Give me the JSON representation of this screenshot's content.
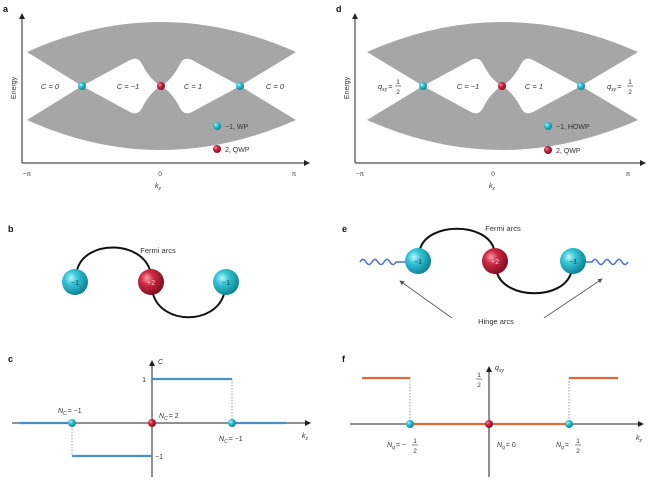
{
  "colors": {
    "band": "#a6a6a6",
    "weyl": "#1fb3c6",
    "qwp": "#c0223a",
    "step_c": "#4a90c0",
    "step_f": "#e0693a",
    "hinge": "#4a6fd0",
    "axis": "#222222"
  },
  "panels": {
    "a": {
      "letter": "a",
      "ylabel": "Energy",
      "xlabel": "k",
      "xlabel_sub": "z",
      "ticks": [
        "−π",
        "0",
        "π"
      ],
      "regions": [
        "C = 0",
        "C = −1",
        "C = 1",
        "C = 0"
      ],
      "legend": [
        {
          "label": "−1, WP",
          "kind": "weyl"
        },
        {
          "label": "2, QWP",
          "kind": "qwp"
        }
      ]
    },
    "d": {
      "letter": "d",
      "ylabel": "Energy",
      "xlabel": "k",
      "xlabel_sub": "z",
      "ticks": [
        "−π",
        "0",
        "π"
      ],
      "regions": [
        "C = −1",
        "C = 1"
      ],
      "qxy_left": {
        "prefix": "q",
        "sub": "xy",
        "eq": "=",
        "num": "1",
        "den": "2"
      },
      "qxy_right": {
        "prefix": "q",
        "sub": "xy",
        "eq": "=",
        "num": "1",
        "den": "2"
      },
      "legend": [
        {
          "label": "−1, HOWP",
          "kind": "weyl"
        },
        {
          "label": "2, QWP",
          "kind": "qwp"
        }
      ]
    },
    "b": {
      "letter": "b",
      "arc_label": "Fermi arcs",
      "spheres": [
        "−1",
        "+2",
        "−1"
      ]
    },
    "e": {
      "letter": "e",
      "arc_label": "Fermi arcs",
      "hinge_label": "Hinge arcs",
      "spheres": [
        "−1",
        "+2",
        "−1"
      ]
    },
    "c": {
      "letter": "c",
      "ylabel": "C",
      "xlabel": "k",
      "xlabel_sub": "z",
      "ytick_pos": "1",
      "ytick_neg": "−1",
      "node_labels": [
        "N",
        "N",
        "N"
      ],
      "node_subs": [
        "C",
        "C",
        "C"
      ],
      "node_values": [
        "= −1",
        "= 2",
        "= −1"
      ]
    },
    "f": {
      "letter": "f",
      "ylabel": "q",
      "ylabel_sub": "xy",
      "xlabel": "k",
      "xlabel_sub": "z",
      "ytick_num": "1",
      "ytick_den": "2",
      "node_left": {
        "n": "N",
        "sub": "q",
        "eq": "= −",
        "num": "1",
        "den": "2"
      },
      "node_mid": {
        "n": "N",
        "sub": "q",
        "eq": "= 0"
      },
      "node_right": {
        "n": "N",
        "sub": "q",
        "eq": "=",
        "num": "1",
        "den": "2"
      }
    }
  }
}
